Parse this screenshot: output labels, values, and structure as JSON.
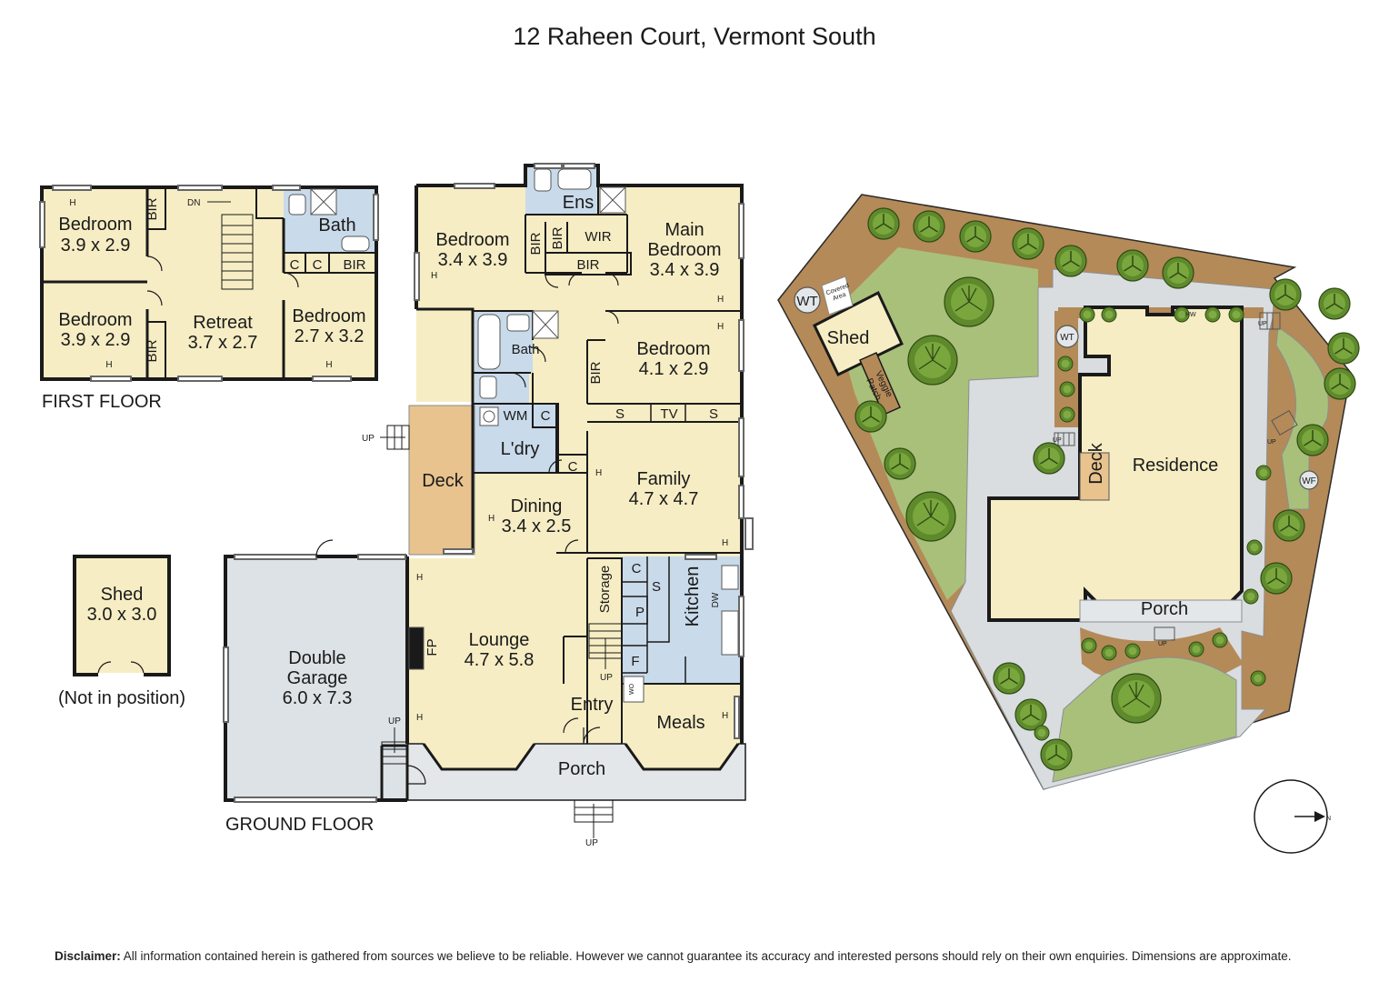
{
  "title": "12 Raheen Court, Vermont South",
  "first_floor": {
    "label": "FIRST FLOOR",
    "bed1_name": "Bedroom",
    "bed1_dim": "3.9 x 2.9",
    "bed2_name": "Bedroom",
    "bed2_dim": "3.9 x 2.9",
    "retreat_name": "Retreat",
    "retreat_dim": "3.7 x 2.7",
    "bed3_name": "Bedroom",
    "bed3_dim": "2.7 x 3.2",
    "bath": "Bath",
    "bir": "BIR",
    "c": "C",
    "h": "H",
    "dn": "DN"
  },
  "ground_floor": {
    "label": "GROUND FLOOR",
    "bed_a_name": "Bedroom",
    "bed_a_dim": "3.4 x 3.9",
    "main_bed_line1": "Main",
    "main_bed_line2": "Bedroom",
    "main_bed_dim": "3.4 x 3.9",
    "bed_b_name": "Bedroom",
    "bed_b_dim": "4.1 x 2.9",
    "ens": "Ens",
    "wir": "WIR",
    "bir": "BIR",
    "bath": "Bath",
    "wm": "WM",
    "laundry": "L'dry",
    "c": "C",
    "s": "S",
    "tv": "TV",
    "deck": "Deck",
    "up": "UP",
    "h": "H",
    "dining_name": "Dining",
    "dining_dim": "3.4 x 2.5",
    "family_name": "Family",
    "family_dim": "4.7 x 4.7",
    "lounge_name": "Lounge",
    "lounge_dim": "4.7 x 5.8",
    "fp": "FP",
    "storage": "Storage",
    "kitchen": "Kitchen",
    "dw": "DW",
    "p": "P",
    "f": "F",
    "wo": "WO",
    "entry": "Entry",
    "meals": "Meals",
    "porch": "Porch",
    "garage_line1": "Double",
    "garage_line2": "Garage",
    "garage_dim": "6.0 x 7.3"
  },
  "shed": {
    "name": "Shed",
    "dim": "3.0 x 3.0",
    "note": "(Not in position)"
  },
  "site": {
    "residence": "Residence",
    "shed": "Shed",
    "deck": "Deck",
    "porch": "Porch",
    "wt": "WT",
    "wf": "WF",
    "hw": "HW",
    "up": "UP",
    "covered_line1": "Covered",
    "covered_line2": "Area",
    "veggie_line1": "Veggie",
    "veggie_line2": "Patch",
    "north": "N"
  },
  "disclaimer": {
    "label": "Disclaimer:",
    "text": " All information contained herein is gathered from sources we believe to be reliable. However we cannot guarantee its accuracy and interested persons should rely on their own enquiries. Dimensions are approximate."
  },
  "colors": {
    "room_fill": "#f7edc4",
    "wet_fill": "#c9daea",
    "garage_fill": "#dde2e6",
    "deck_fill": "#e8c38e",
    "porch_fill": "#e3e7ea",
    "lawn": "#a9c07a",
    "garden_bed": "#b48a58",
    "path": "#d9dde0",
    "tree": "#5e8a2c",
    "wall": "#1a1a1a"
  }
}
